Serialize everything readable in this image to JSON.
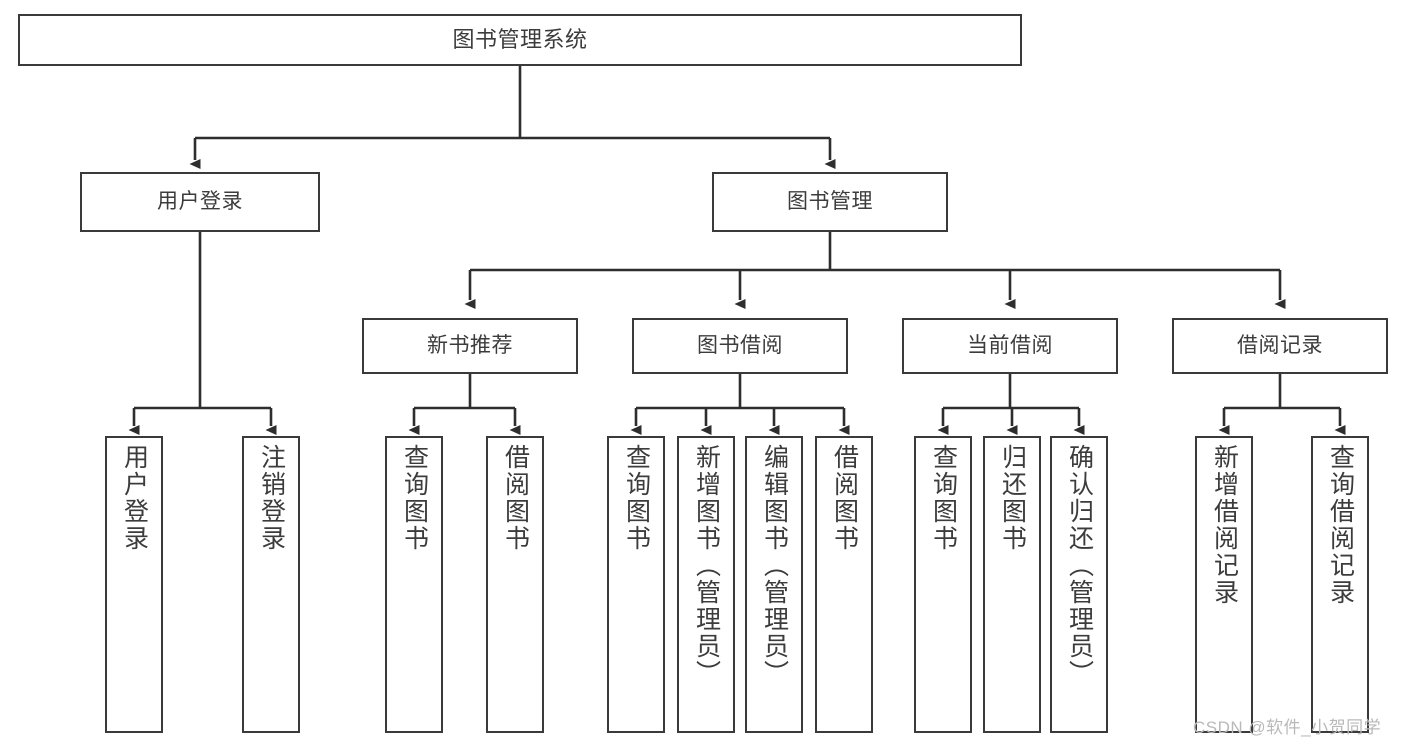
{
  "diagram": {
    "title": "图书管理系统",
    "type": "tree-hierarchy",
    "colors": {
      "box_border": "#3a3a3a",
      "box_fill": "#ffffff",
      "edge": "#2e2e2e",
      "text": "#3c3c3c",
      "background": "#ffffff",
      "watermark": "#b9b9b9"
    },
    "levels": [
      {
        "level": 1,
        "nodes": [
          {
            "id": "root",
            "label": "图书管理系统",
            "orientation": "horizontal"
          }
        ]
      },
      {
        "level": 2,
        "nodes": [
          {
            "id": "user-login",
            "label": "用户登录",
            "orientation": "horizontal",
            "parent": "root"
          },
          {
            "id": "book-manage",
            "label": "图书管理",
            "orientation": "horizontal",
            "parent": "root"
          }
        ]
      },
      {
        "level": 3,
        "nodes": [
          {
            "id": "new-book-recommend",
            "label": "新书推荐",
            "orientation": "horizontal",
            "parent": "book-manage"
          },
          {
            "id": "book-borrow",
            "label": "图书借阅",
            "orientation": "horizontal",
            "parent": "book-manage"
          },
          {
            "id": "current-borrow",
            "label": "当前借阅",
            "orientation": "horizontal",
            "parent": "book-manage"
          },
          {
            "id": "borrow-record",
            "label": "借阅记录",
            "orientation": "horizontal",
            "parent": "book-manage"
          }
        ]
      },
      {
        "level": 4,
        "nodes": [
          {
            "id": "leaf-user-login",
            "label": "用户登录",
            "orientation": "vertical",
            "parent": "user-login"
          },
          {
            "id": "leaf-user-logout",
            "label": "注销登录",
            "orientation": "vertical",
            "parent": "user-login"
          },
          {
            "id": "leaf-query-book-rec",
            "label": "查询图书",
            "orientation": "vertical",
            "parent": "new-book-recommend"
          },
          {
            "id": "leaf-borrow-book-rec",
            "label": "借阅图书",
            "orientation": "vertical",
            "parent": "new-book-recommend"
          },
          {
            "id": "leaf-query-book-borrow",
            "label": "查询图书",
            "orientation": "vertical",
            "parent": "book-borrow"
          },
          {
            "id": "leaf-add-book",
            "label": "新增图书（管理员）",
            "orientation": "vertical",
            "parent": "book-borrow"
          },
          {
            "id": "leaf-edit-book",
            "label": "编辑图书（管理员）",
            "orientation": "vertical",
            "parent": "book-borrow"
          },
          {
            "id": "leaf-borrow-book",
            "label": "借阅图书",
            "orientation": "vertical",
            "parent": "book-borrow"
          },
          {
            "id": "leaf-query-book-cur",
            "label": "查询图书",
            "orientation": "vertical",
            "parent": "current-borrow"
          },
          {
            "id": "leaf-return-book",
            "label": "归还图书",
            "orientation": "vertical",
            "parent": "current-borrow"
          },
          {
            "id": "leaf-confirm-return",
            "label": "确认归还（管理员）",
            "orientation": "vertical",
            "parent": "current-borrow"
          },
          {
            "id": "leaf-add-record",
            "label": "新增借阅记录",
            "orientation": "vertical",
            "parent": "borrow-record"
          },
          {
            "id": "leaf-query-record",
            "label": "查询借阅记录",
            "orientation": "vertical",
            "parent": "borrow-record"
          }
        ]
      }
    ]
  },
  "watermark": {
    "text": "CSDN @软件_小贺同学"
  }
}
